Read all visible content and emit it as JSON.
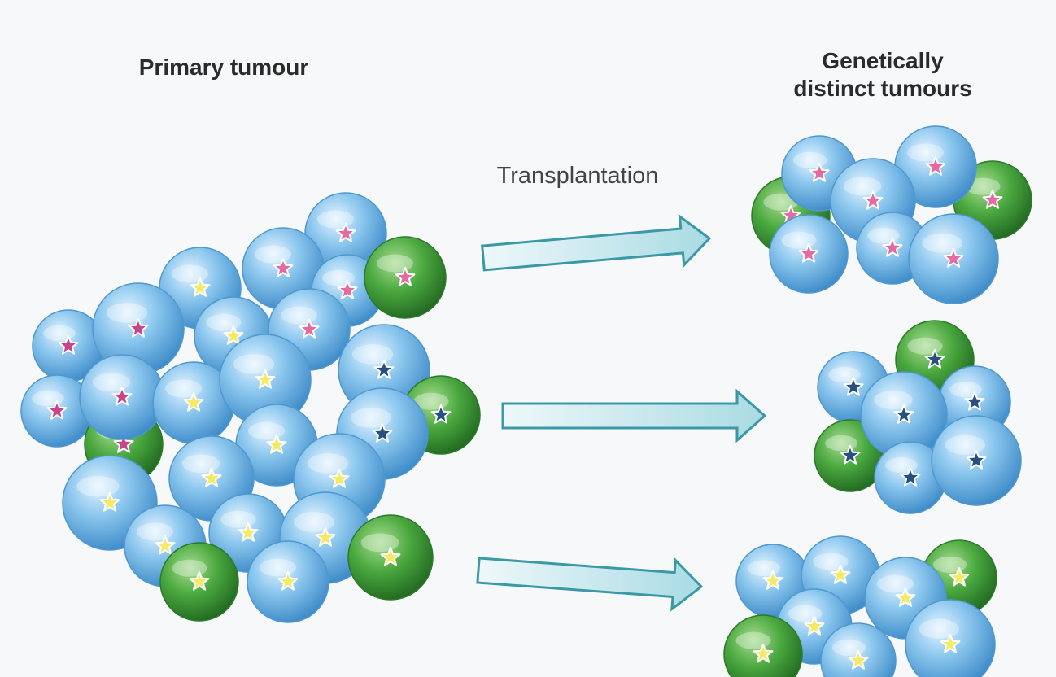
{
  "labels": {
    "primary_tumour": "Primary tumour",
    "distinct_line1": "Genetically",
    "distinct_line2": "distinct tumours",
    "transplantation": "Transplantation"
  },
  "colors": {
    "blue_cell": "#7fbde8",
    "green_cell": "#4aa83f",
    "arrow_fill": "#bfe4ea",
    "arrow_stroke": "#3b98a6",
    "star_magenta": "#c9448f",
    "star_pink": "#e46aa0",
    "star_yellow": "#f3ea6a",
    "star_navy": "#28507f",
    "star_outline": "#ffffff"
  }
}
